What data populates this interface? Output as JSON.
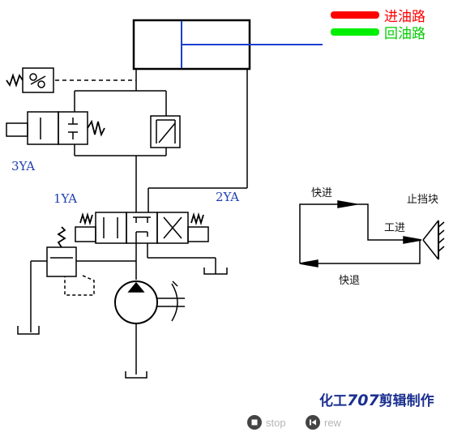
{
  "legend": [
    {
      "label": "进油路",
      "color": "#ff0000"
    },
    {
      "label": "回油路",
      "color": "#00ee00"
    }
  ],
  "labels": {
    "valve_3": "3YA",
    "solenoid_1": "1YA",
    "solenoid_2": "2YA"
  },
  "cycle": {
    "fast_forward": "快进",
    "work_feed": "工进",
    "fast_return": "快退",
    "stop_block": "止挡块"
  },
  "credit": {
    "prefix": "化工",
    "number": "707",
    "suffix": "剪辑制作"
  },
  "controls": {
    "stop": "stop",
    "rew": "rew"
  },
  "colors": {
    "line": "#000000",
    "piston": "#1a3fd0",
    "label": "#1f3fb0"
  }
}
